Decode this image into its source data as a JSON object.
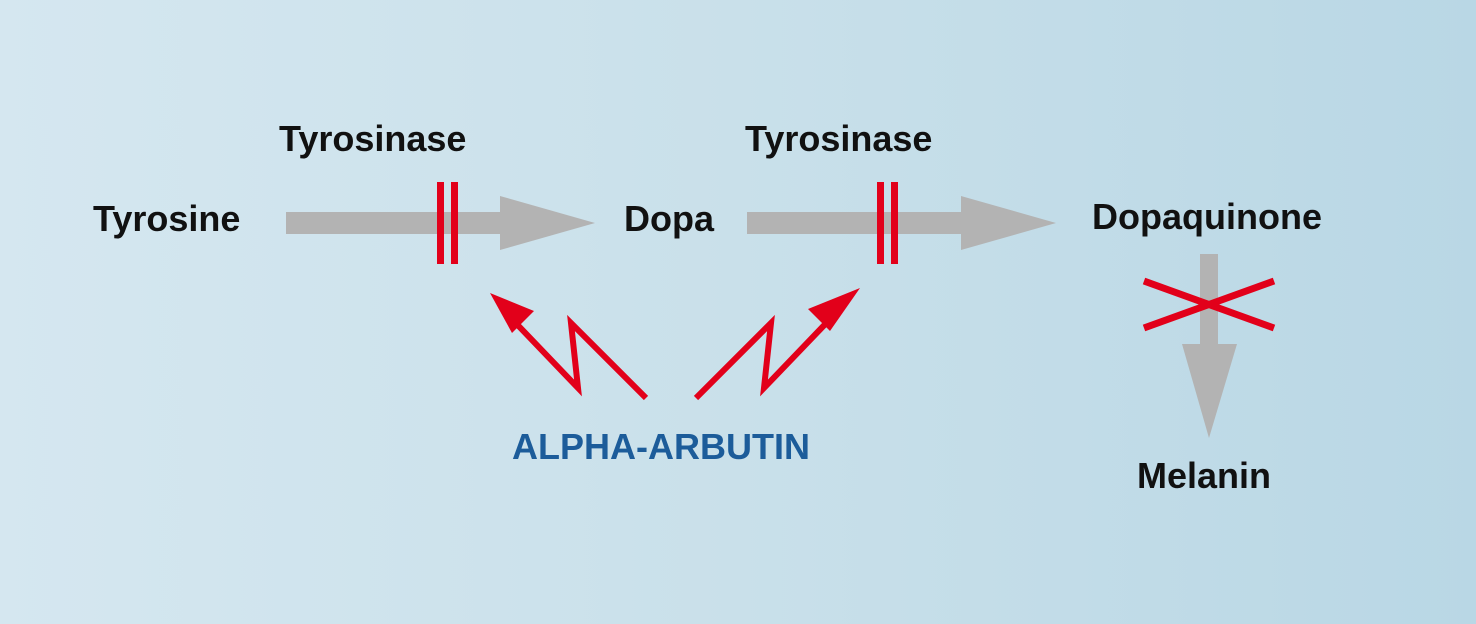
{
  "labels": {
    "tyrosine": "Tyrosine",
    "enzyme_1": "Tyrosinase",
    "dopa": "Dopa",
    "enzyme_2": "Tyrosinase",
    "dopaquinone": "Dopaquinone",
    "melanin": "Melanin",
    "inhibitor": "ALPHA-ARBUTIN"
  },
  "colors": {
    "background_left": "#d5e7f0",
    "background_right": "#b9d7e5",
    "pathway_arrow": "#b3b3b3",
    "inhibition_mark": "#e2001a",
    "inhibitor_text": "#1c5c9a",
    "label_text": "#111111"
  },
  "icons": {
    "pathway_arrow": "gray-block-arrow",
    "inhibition_bars": "double-red-bar",
    "blocked_step": "red-x-cross",
    "inhibitor_action": "red-lightning-arrow"
  }
}
